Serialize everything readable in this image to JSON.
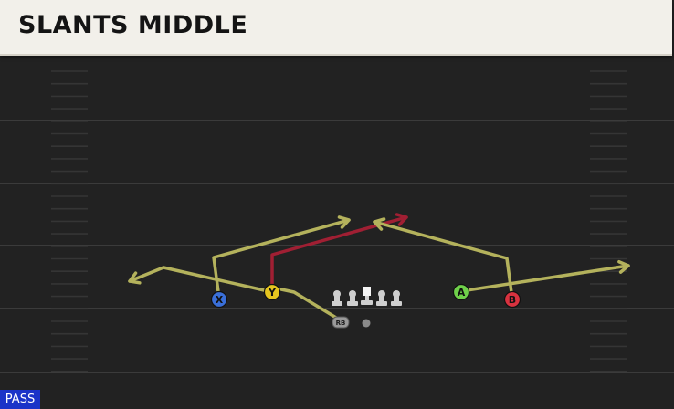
{
  "play": {
    "title": "SLANTS MIDDLE",
    "mode": "PASS"
  },
  "players": [
    {
      "id": "X",
      "label": "X",
      "color": "#3a6fd8"
    },
    {
      "id": "Y",
      "label": "Y",
      "color": "#e6c51f"
    },
    {
      "id": "A",
      "label": "A",
      "color": "#6fd04a"
    },
    {
      "id": "B",
      "label": "B",
      "color": "#d8323f"
    },
    {
      "id": "RB",
      "label": "RB",
      "color": "#9a9a9a"
    }
  ],
  "colors": {
    "field": "#222222",
    "yard_line": "#3b3b3b",
    "route": "#b4b25c",
    "primary_route": "#a01f33",
    "lineman": "#cfcfcf",
    "badge": "#1a33c8"
  },
  "icons": {
    "lineman": "lineman-icon",
    "center": "center-icon",
    "quarterback": "quarterback-icon"
  }
}
